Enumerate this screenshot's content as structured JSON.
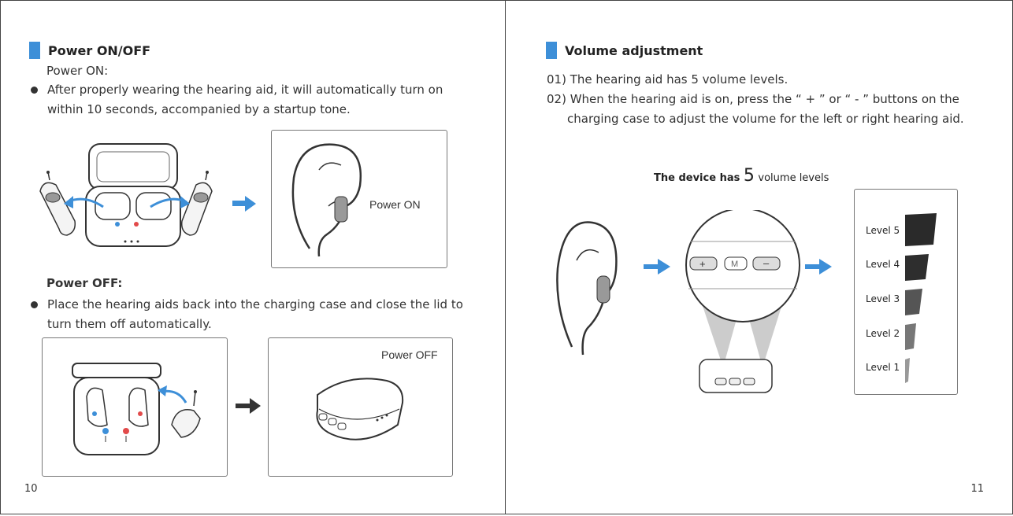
{
  "left_page": {
    "section_title": "Power ON/OFF",
    "power_on_heading": "Power ON:",
    "power_on_text_1": "After properly wearing the hearing aid, it will automatically turn on",
    "power_on_text_2": "within 10 seconds, accompanied by a startup tone.",
    "power_on_label": "Power ON",
    "power_off_heading": "Power OFF:",
    "power_off_text_1": "Place the hearing aids back into the charging case and close the lid to",
    "power_off_text_2": "turn them off automatically.",
    "power_off_label": "Power OFF",
    "page_number": "10"
  },
  "right_page": {
    "section_title": "Volume adjustment",
    "item_1": "01) The hearing aid has 5 volume levels.",
    "item_2_line_1": "02) When the hearing aid is on, press the  “ + ” or “ - ”  buttons on the",
    "item_2_line_2": "charging case to adjust the volume for the left or right hearing aid.",
    "device_caption_before": "The device has",
    "device_caption_number": "5",
    "device_caption_after": "volume levels",
    "levels": [
      "Level 5",
      "Level 4",
      "Level 3",
      "Level 2",
      "Level 1"
    ],
    "page_number": "11"
  },
  "colors": {
    "accent_blue": "#3d8fd8",
    "arrow_dark": "#333333"
  },
  "icons": {
    "bullet": "bullet-dot-icon",
    "arrow": "right-arrow-icon"
  }
}
